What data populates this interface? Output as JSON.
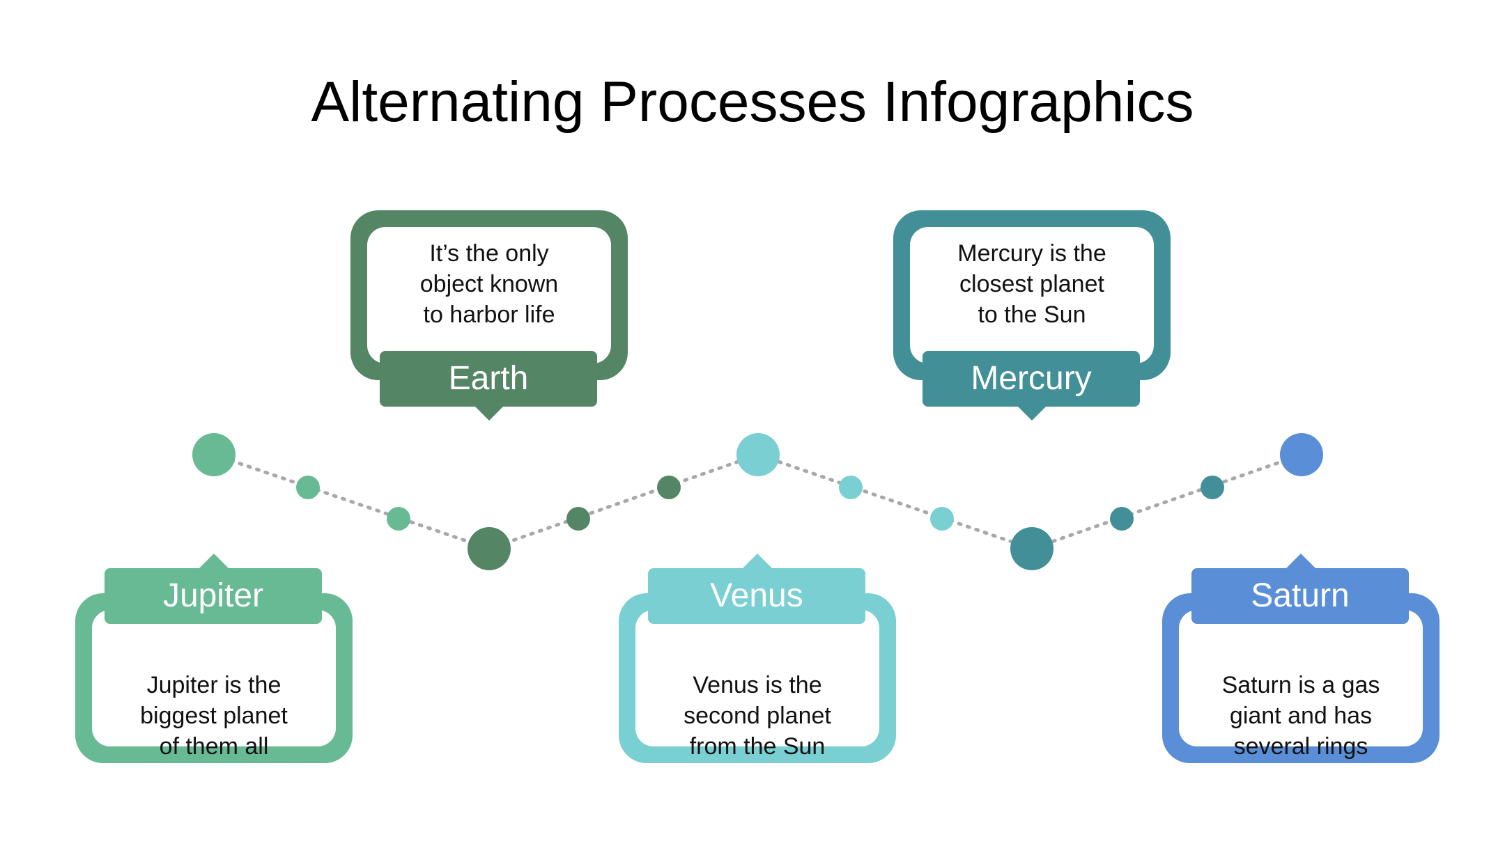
{
  "title": "Alternating Processes Infographics",
  "colors": {
    "jupiter": "#67BA94",
    "earth": "#548565",
    "venus": "#7ACFD3",
    "mercury": "#438F98",
    "saturn": "#5A8ED6",
    "connector": "#A8A8A8"
  },
  "items": [
    {
      "name": "Jupiter",
      "desc": [
        "Jupiter is the",
        "biggest planet",
        "of them all"
      ]
    },
    {
      "name": "Earth",
      "desc": [
        "It’s the only",
        "object known",
        "to harbor life"
      ]
    },
    {
      "name": "Venus",
      "desc": [
        "Venus is the",
        "second planet",
        "from the Sun"
      ]
    },
    {
      "name": "Mercury",
      "desc": [
        "Mercury is the",
        "closest planet",
        "to the Sun"
      ]
    },
    {
      "name": "Saturn",
      "desc": [
        "Saturn is a gas",
        "giant and has",
        "several rings"
      ]
    }
  ]
}
